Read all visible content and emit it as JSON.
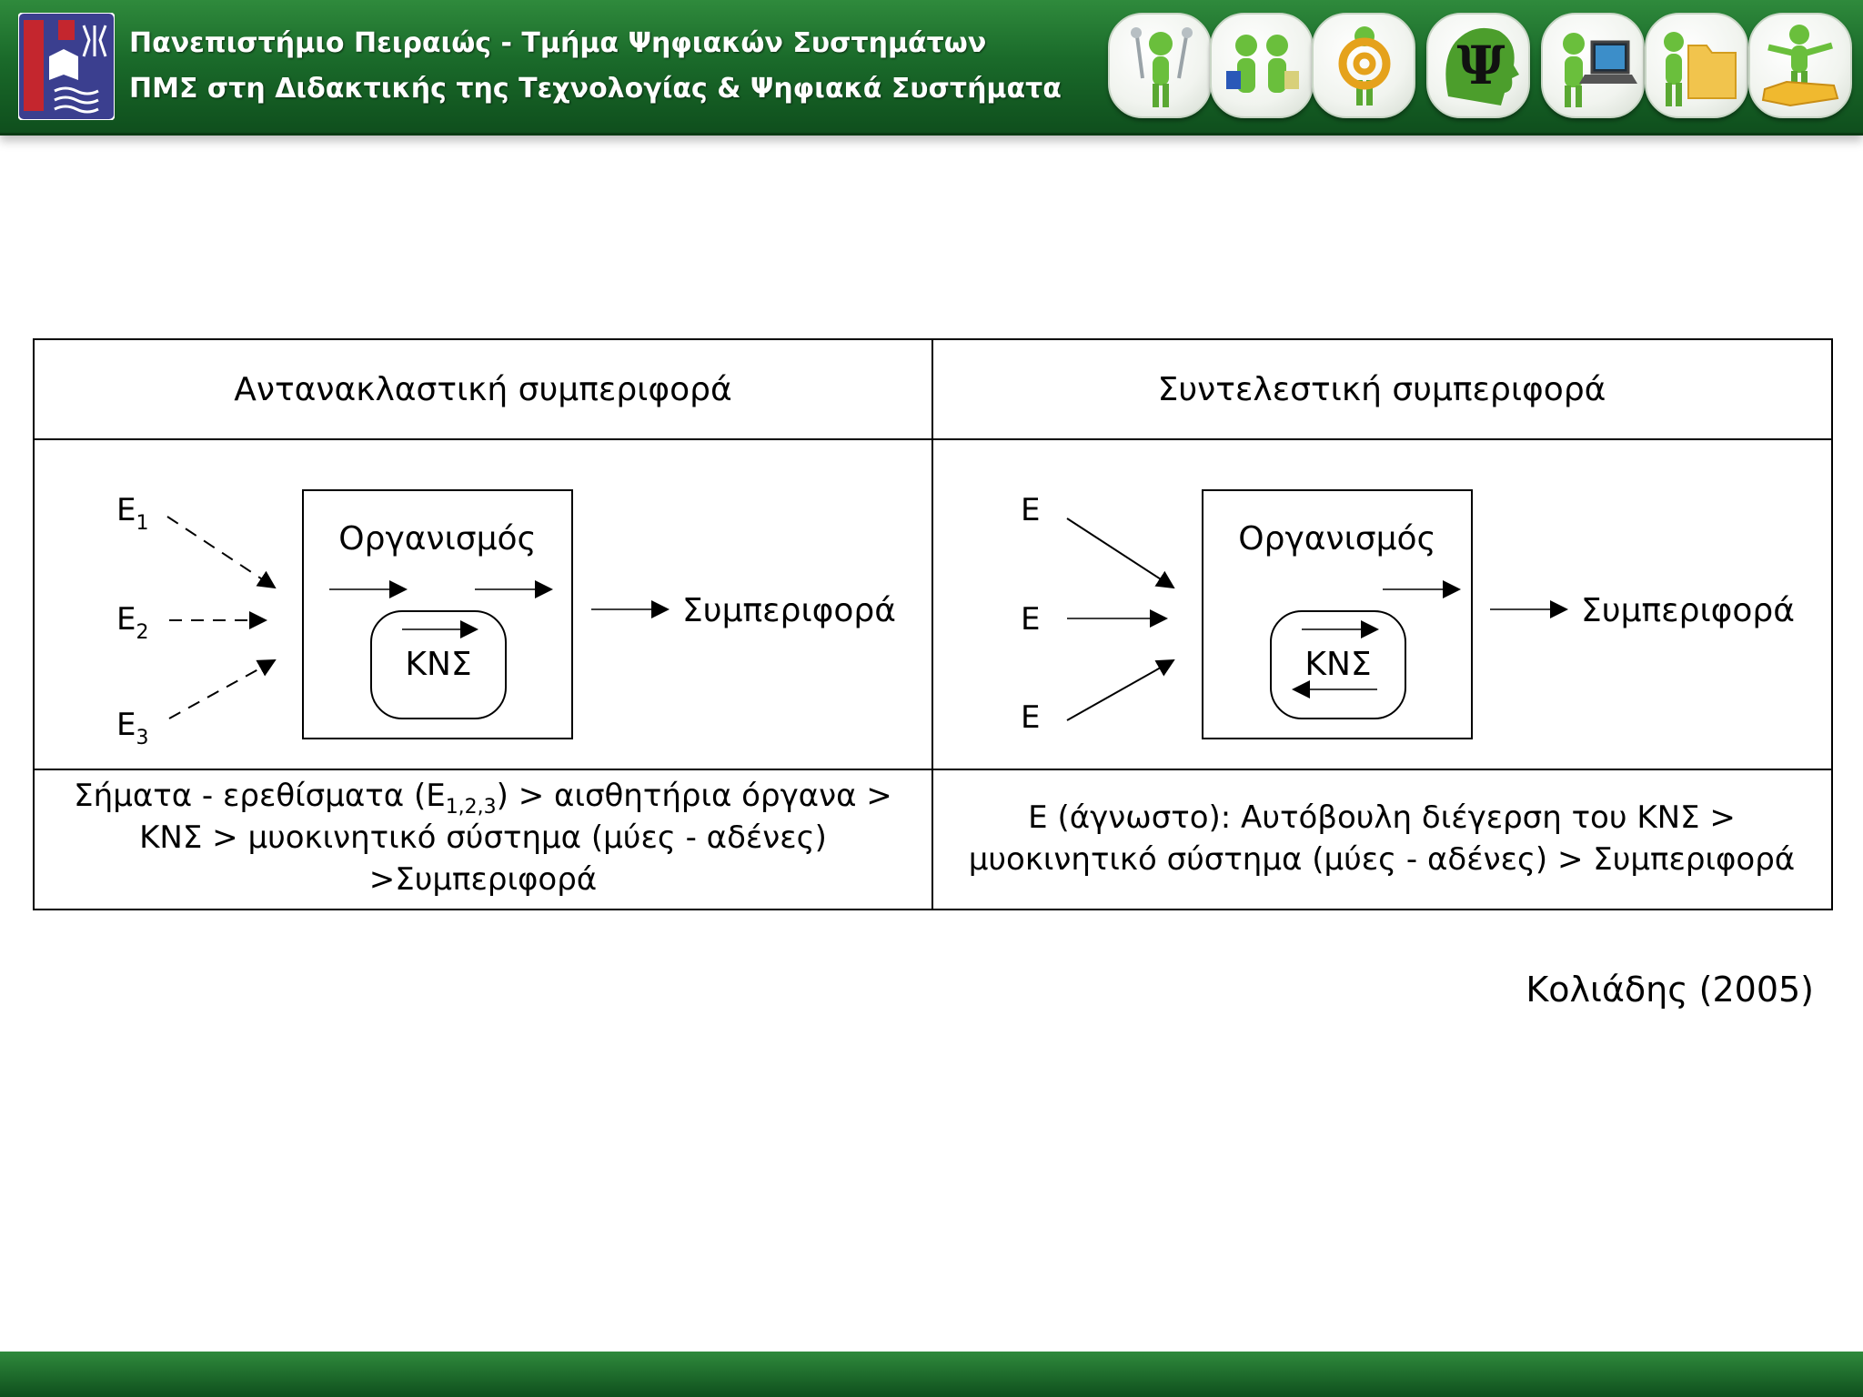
{
  "header": {
    "line1": "Πανεπιστήμιο Πειραιώς - Τμήμα Ψηφιακών Συστημάτων",
    "line2": "ΠΜΣ στη Διδακτικής της Τεχνολογίας & Ψηφιακά Συστήματα",
    "icons": [
      {
        "name": "figure-microphones-icon"
      },
      {
        "name": "figures-reading-icon"
      },
      {
        "name": "figure-at-sign-icon"
      },
      {
        "name": "psi-head-icon",
        "glyph": "Ψ"
      },
      {
        "name": "figure-laptop-icon"
      },
      {
        "name": "figure-folder-icon"
      },
      {
        "name": "figure-puzzle-icon"
      }
    ],
    "colors": {
      "bar_dark": "#0f4f1d",
      "bar_light": "#2f8a3c",
      "figure_green": "#6abf3c"
    }
  },
  "table": {
    "left": {
      "title": "Αντανακλαστική συμπεριφορά",
      "stimuli": [
        {
          "base": "Ε",
          "sub": "1"
        },
        {
          "base": "Ε",
          "sub": "2"
        },
        {
          "base": "Ε",
          "sub": "3"
        }
      ],
      "organism": "Οργανισμός",
      "cns": "ΚΝΣ",
      "output": "Συμπεριφορά",
      "caption": {
        "l1_pre": "Σήματα - ερεθίσματα (Ε",
        "l1_sub": "1,2,3",
        "l1_post": ") > αισθητήρια όργανα >",
        "l2": "ΚΝΣ > μυοκινητικό σύστημα (μύες - αδένες)",
        "l3": ">Συμπεριφορά"
      }
    },
    "right": {
      "title": "Συντελεστική συμπεριφορά",
      "stimuli": [
        "Ε",
        "Ε",
        "Ε"
      ],
      "organism": "Οργανισμός",
      "cns": "ΚΝΣ",
      "output": "Συμπεριφορά",
      "caption": {
        "l1": "Ε (άγνωστο): Αυτόβουλη διέγερση του ΚΝΣ >",
        "l2": "μυοκινητικό σύστημα (μύες - αδένες) > Συμπεριφορά"
      }
    }
  },
  "citation": "Κολιάδης (2005)"
}
